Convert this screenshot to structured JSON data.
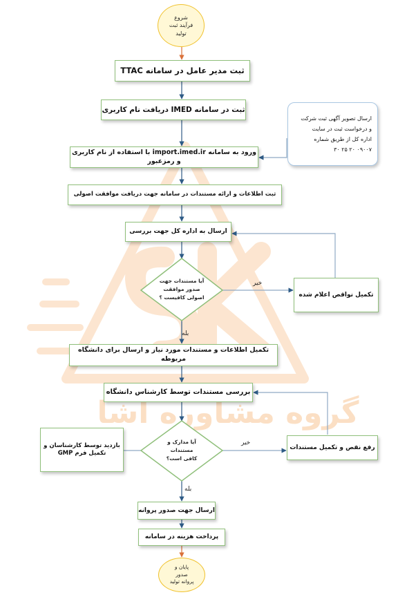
{
  "watermark": {
    "brand_text": "گروه مشاوره آشا",
    "color": "#f5a55a"
  },
  "nodes": {
    "start": "شروع\nفرآیند ثبت\nتولید",
    "ttac": "ثبت مدیر عامل در سامانه TTAC",
    "imed_register": "ثبت در سامانه  IMED دریافت نام کاربری",
    "side_note": "ارسال تصویر آگهی ثبت شرکت\nو درخواست ثبت در سایت\nاداره کل از طریق شماره\n۰۹۰۰۷ ۲۰ ۲۵ ۳۰",
    "login": "ورود به سامانه import.imed.ir با استفاده از نام کاربری و رمزعبور",
    "submit_docs": "ثبت اطلاعات و ارائه مستندات در سامانه جهت دریافت موافقت اصولی",
    "send_admin": "ارسال به اداره کل جهت بررسی",
    "decision1": "آیا مستندات جهت\nصدور موافقت\nاصولی کافیست ؟",
    "deficiency": "تکمیل نواقص اعلام شده",
    "complete_send": "تکمیل اطلاعات و مستندات مورد نیاز و ارسال برای دانشگاه مربوطه",
    "expert_review": "بررسی مستندات توسط کارشناس دانشگاه",
    "inspection": "بازدید توسط کارشناسان و\nتکمیل فرم GMP",
    "decision2": "آیا مدارک و\nمستندات\nکافی است؟",
    "fix_docs": "رفع نقص و تکمیل مستندات",
    "send_license": "ارسال جهت صدور پروانه",
    "pay_fee": "پرداخت هزینه در سامانه",
    "end": "پایان و\nصدور\nپروانه تولید"
  },
  "edge_labels": {
    "no1": "خیر",
    "yes1": "بله",
    "no2": "خیر",
    "yes2": "بله"
  },
  "colors": {
    "arrow": "#2e5b86",
    "box_border": "#8fbf7a",
    "soft_border": "#a9c7e3",
    "terminal_fill": "#fff8d6",
    "terminal_border": "#f0c12c"
  }
}
